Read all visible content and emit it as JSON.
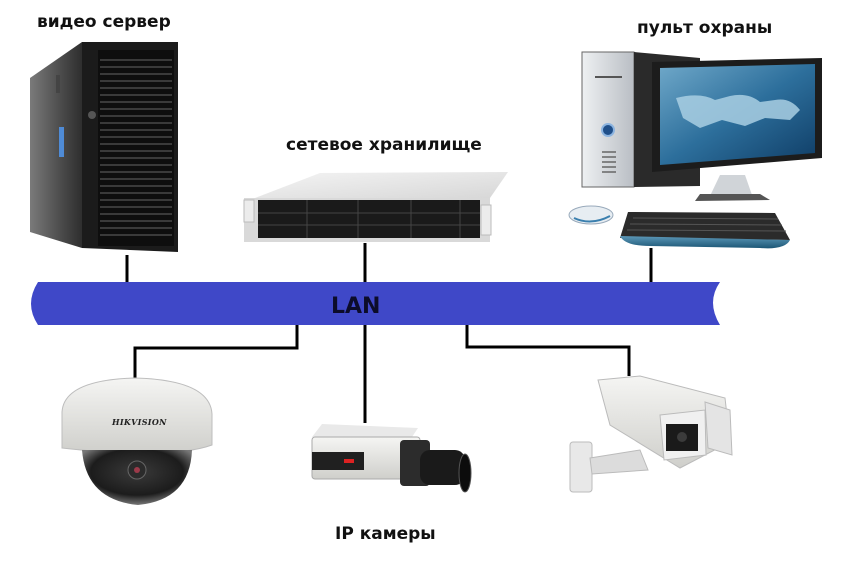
{
  "diagram": {
    "title": "IP video surveillance network",
    "colors": {
      "lan_bus": "#3f48c8",
      "lan_text": "#0c0c2a",
      "wire": "#000000",
      "background": "#ffffff"
    },
    "bus": {
      "label": "LAN"
    },
    "top_devices": [
      {
        "id": "video-server",
        "label": "видео сервер",
        "icon": "tower-server-icon"
      },
      {
        "id": "network-storage",
        "label": "сетевое хранилище",
        "icon": "rack-nas-icon"
      },
      {
        "id": "security-console",
        "label": "пульт охраны",
        "icon": "desktop-computer-icon"
      }
    ],
    "bottom_devices": {
      "group_label": "IP камеры",
      "cameras": [
        {
          "id": "dome-camera",
          "icon": "dome-camera-icon",
          "brand": "HIKVISION"
        },
        {
          "id": "box-camera",
          "icon": "box-camera-icon"
        },
        {
          "id": "bullet-camera",
          "icon": "outdoor-housing-camera-icon"
        }
      ]
    }
  }
}
